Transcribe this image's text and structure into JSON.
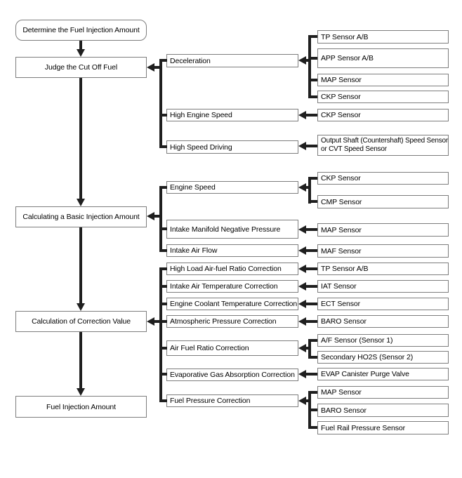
{
  "diagram": {
    "left_nodes": [
      {
        "label": "Determine the Fuel Injection Amount"
      },
      {
        "label": "Judge the Cut Off Fuel"
      },
      {
        "label": "Calculating a Basic Injection Amount"
      },
      {
        "label": "Calculation of Correction Value"
      },
      {
        "label": "Fuel Injection Amount"
      }
    ],
    "condition_nodes": [
      {
        "label": "Deceleration"
      },
      {
        "label": "High Engine Speed"
      },
      {
        "label": "High Speed Driving"
      },
      {
        "label": "Engine Speed"
      },
      {
        "label": "Intake Manifold Negative Pressure"
      },
      {
        "label": "Intake Air Flow"
      },
      {
        "label": "High Load Air-fuel Ratio Correction"
      },
      {
        "label": "Intake Air Temperature Correction"
      },
      {
        "label": "Engine Coolant Temperature Correction"
      },
      {
        "label": "Atmospheric Pressure Correction"
      },
      {
        "label": "Air Fuel Ratio Correction"
      },
      {
        "label": "Evaporative Gas Absorption Correction"
      },
      {
        "label": "Fuel Pressure Correction"
      }
    ],
    "sensor_nodes": [
      {
        "label": "TP Sensor A/B"
      },
      {
        "label": "APP Sensor A/B"
      },
      {
        "label": "MAP Sensor"
      },
      {
        "label": "CKP Sensor"
      },
      {
        "label": "CKP Sensor"
      },
      {
        "label": "Output Shaft (Countershaft) Speed Sensor",
        "label2": "or CVT Speed Sensor"
      },
      {
        "label": "CKP Sensor"
      },
      {
        "label": "CMP Sensor"
      },
      {
        "label": "MAP Sensor"
      },
      {
        "label": "MAF Sensor"
      },
      {
        "label": "TP Sensor A/B"
      },
      {
        "label": "IAT Sensor"
      },
      {
        "label": "ECT Sensor"
      },
      {
        "label": "BARO Sensor"
      },
      {
        "label": "A/F Sensor (Sensor 1)"
      },
      {
        "label": "Secondary HO2S (Sensor 2)"
      },
      {
        "label": "EVAP Canister Purge Valve"
      },
      {
        "label": "MAP Sensor"
      },
      {
        "label": "BARO Sensor"
      },
      {
        "label": "Fuel Rail Pressure Sensor"
      }
    ],
    "flow": {
      "main_chain": [
        "Determine the Fuel Injection Amount",
        "Judge the Cut Off Fuel",
        "Calculating a Basic Injection Amount",
        "Calculation of Correction Value",
        "Fuel Injection Amount"
      ],
      "condition_inputs": [
        {
          "to": "Judge the Cut Off Fuel",
          "from": [
            "Deceleration",
            "High Engine Speed",
            "High Speed Driving"
          ]
        },
        {
          "to": "Calculating a Basic Injection Amount",
          "from": [
            "Engine Speed",
            "Intake Manifold Negative Pressure",
            "Intake Air Flow"
          ]
        },
        {
          "to": "Calculation of Correction Value",
          "from": [
            "High Load Air-fuel Ratio Correction",
            "Intake Air Temperature Correction",
            "Engine Coolant Temperature Correction",
            "Atmospheric Pressure Correction",
            "Air Fuel Ratio Correction",
            "Evaporative Gas Absorption Correction",
            "Fuel Pressure Correction"
          ]
        }
      ],
      "sensor_inputs": [
        {
          "to": "Deceleration",
          "from": [
            "TP Sensor A/B",
            "APP Sensor A/B",
            "MAP Sensor",
            "CKP Sensor"
          ]
        },
        {
          "to": "High Engine Speed",
          "from": [
            "CKP Sensor"
          ]
        },
        {
          "to": "High Speed Driving",
          "from": [
            "Output Shaft (Countershaft) Speed Sensor or CVT Speed Sensor"
          ]
        },
        {
          "to": "Engine Speed",
          "from": [
            "CKP Sensor",
            "CMP Sensor"
          ]
        },
        {
          "to": "Intake Manifold Negative Pressure",
          "from": [
            "MAP Sensor"
          ]
        },
        {
          "to": "Intake Air Flow",
          "from": [
            "MAF Sensor"
          ]
        },
        {
          "to": "High Load Air-fuel Ratio Correction",
          "from": [
            "TP Sensor A/B"
          ]
        },
        {
          "to": "Intake Air Temperature Correction",
          "from": [
            "IAT Sensor"
          ]
        },
        {
          "to": "Engine Coolant Temperature Correction",
          "from": [
            "ECT Sensor"
          ]
        },
        {
          "to": "Atmospheric Pressure Correction",
          "from": [
            "BARO Sensor"
          ]
        },
        {
          "to": "Air Fuel Ratio Correction",
          "from": [
            "A/F Sensor (Sensor 1)",
            "Secondary HO2S (Sensor 2)"
          ]
        },
        {
          "to": "Evaporative Gas Absorption Correction",
          "from": [
            "EVAP Canister Purge Valve"
          ]
        },
        {
          "to": "Fuel Pressure Correction",
          "from": [
            "MAP Sensor",
            "BARO Sensor",
            "Fuel Rail Pressure Sensor"
          ]
        }
      ]
    },
    "colors": {
      "background": "#ffffff",
      "box_border": "#7d7d7d",
      "connector_line": "#1f1f1f",
      "text": "#000000"
    }
  }
}
